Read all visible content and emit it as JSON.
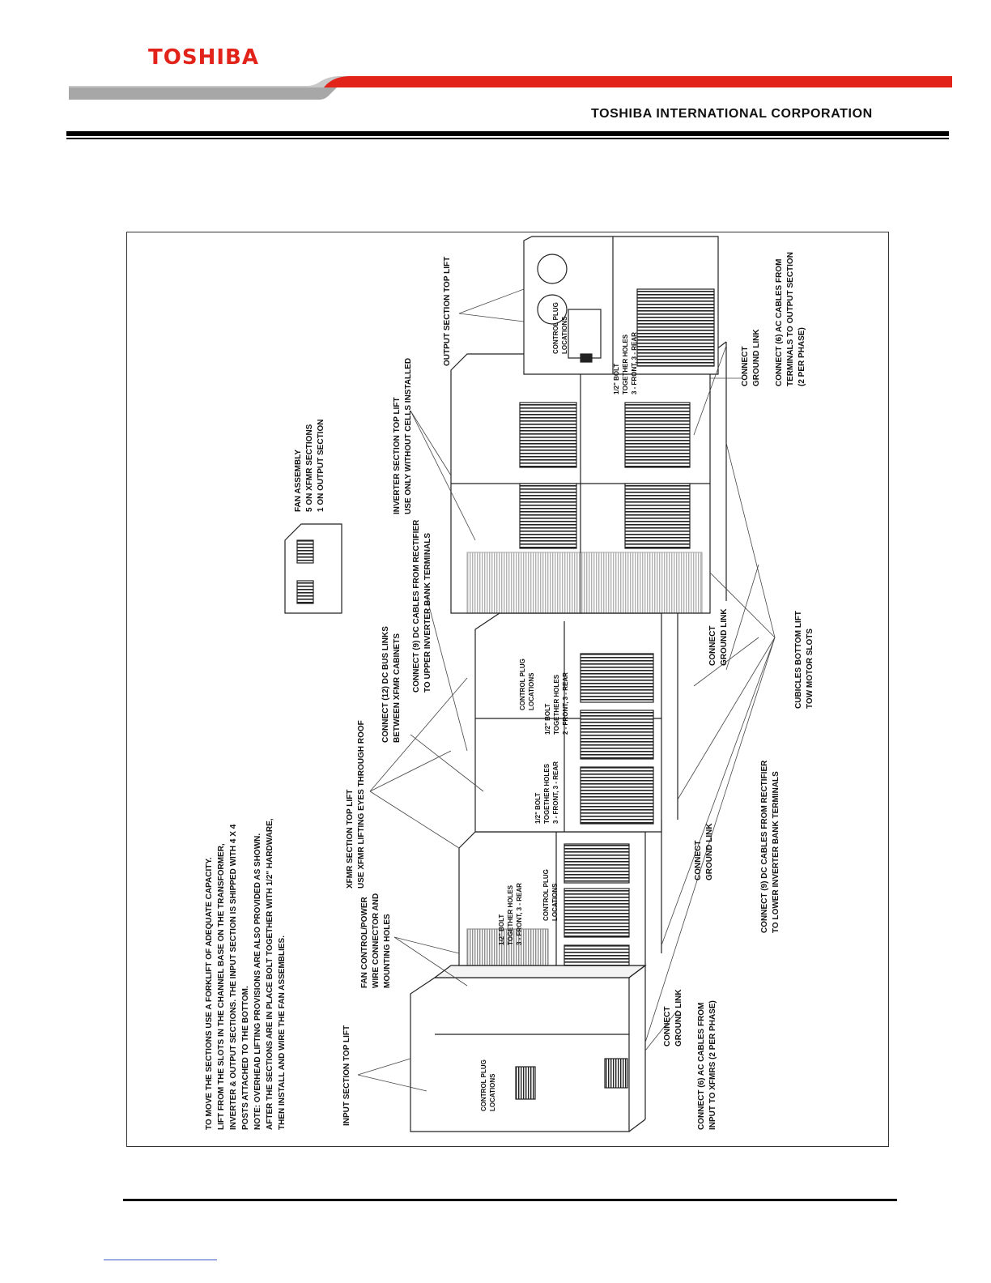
{
  "header": {
    "brand": "TOSHIBA",
    "corporation": "TOSHIBA INTERNATIONAL CORPORATION",
    "brand_color": "#e2231a",
    "swoosh_gray": "#a7a7a7"
  },
  "figure": {
    "notes": [
      "TO MOVE THE SECTIONS USE A FORKLIFT OF ADEQUATE CAPACITY.",
      "LIFT FROM THE SLOTS IN THE CHANNEL BASE ON THE TRANSFORMER,",
      "INVERTER & OUTPUT SECTIONS.  THE INPUT SECTION IS SHIPPED WITH 4 X 4",
      "POSTS ATTACHED TO THE BOTTOM.",
      "NOTE:  OVERHEAD LIFTING PROVISIONS ARE ALSO PROVIDED AS SHOWN.",
      "AFTER THE SECTIONS ARE IN PLACE BOLT TOGETHER WITH 1/2\" HARDWARE,",
      "THEN INSTALL AND WIRE THE FAN ASSEMBLIES."
    ],
    "input_top_lift": "INPUT SECTION TOP LIFT",
    "fan_control": [
      "FAN CONTROL/POWER",
      "WIRE CONNECTOR AND",
      "MOUNTING HOLES"
    ],
    "xfmr_top_lift": [
      "XFMR SECTION TOP LIFT",
      "USE XFMR LIFTING EYES THROUGH ROOF"
    ],
    "dc_bus_links": [
      "CONNECT (12) DC BUS LINKS",
      "BETWEEN XFMR CABINETS"
    ],
    "dc_upper": [
      "CONNECT (9) DC CABLES FROM RECTIFIER",
      "TO UPPER INVERTER BANK TERMINALS"
    ],
    "inverter_top_lift": [
      "INVERTER SECTION TOP LIFT",
      "USE ONLY WITHOUT CELLS INSTALLED"
    ],
    "fan_assembly": [
      "FAN ASSEMBLY",
      "5 ON XFMR SECTIONS",
      "1 ON OUTPUT SECTION"
    ],
    "output_top_lift": "OUTPUT SECTION TOP LIFT",
    "control_plug": [
      "CONTROL PLUG",
      "LOCATIONS"
    ],
    "bolt_holes": [
      "1/2\" BOLT",
      "TOGETHER HOLES",
      "3 - FRONT, 3 - REAR"
    ],
    "bolt_holes_alt": [
      "1/2\" BOLT",
      "TOGETHER HOLES",
      "2 - FRONT, 3 - REAR"
    ],
    "ground_link": [
      "CONNECT",
      "GROUND LINK"
    ],
    "ac_input": [
      "CONNECT (6) AC CABLES FROM",
      "INPUT TO XFMRS (2 PER PHASE)"
    ],
    "dc_lower": [
      "CONNECT (9) DC CABLES FROM RECTIFIER",
      "TO LOWER INVERTER BANK TERMINALS"
    ],
    "bottom_lift": [
      "CUBICLES BOTTOM LIFT",
      "TOW MOTOR SLOTS"
    ],
    "ac_output": [
      "CONNECT (6) AC CABLES FROM",
      "TERMINALS TO OUTPUT SECTION",
      "(2 PER PHASE)"
    ]
  }
}
